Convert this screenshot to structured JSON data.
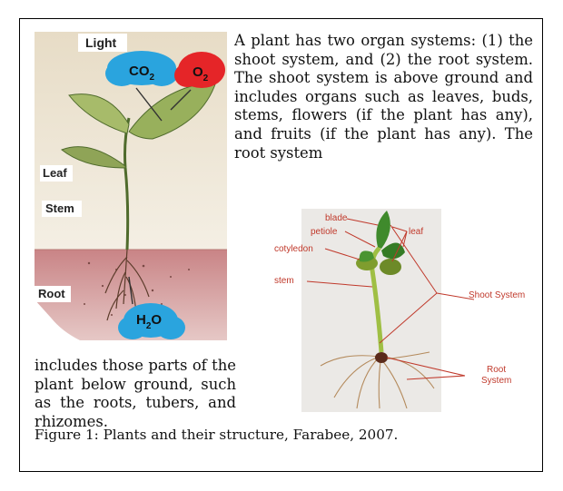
{
  "paragraph_top": "A plant has two organ systems: (1) the shoot system, and (2) the root system. The shoot system is above ground and includes organs such as leaves, buds, stems, flowers (if the plant has any), and fruits (if the plant has any). The root system",
  "paragraph_bottom": "includes those parts of the plant below ground, such as the roots, tubers, and rhizomes.",
  "caption": "Figure 1: Plants and their structure, Farabee, 2007.",
  "left_figure": {
    "light": "Light",
    "co2": "CO",
    "co2_sub": "2",
    "o2": "O",
    "o2_sub": "2",
    "leaf": "Leaf",
    "stem": "Stem",
    "root": "Root",
    "h2o_h": "H",
    "h2o_sub": "2",
    "h2o_o": "O"
  },
  "right_figure": {
    "blade": "blade",
    "petiole": "petiole",
    "leaf": "leaf",
    "cotyledon": "cotyledon",
    "stem": "stem",
    "shoot_system": "Shoot System",
    "root_line1": "Root",
    "root_line2": "System"
  }
}
